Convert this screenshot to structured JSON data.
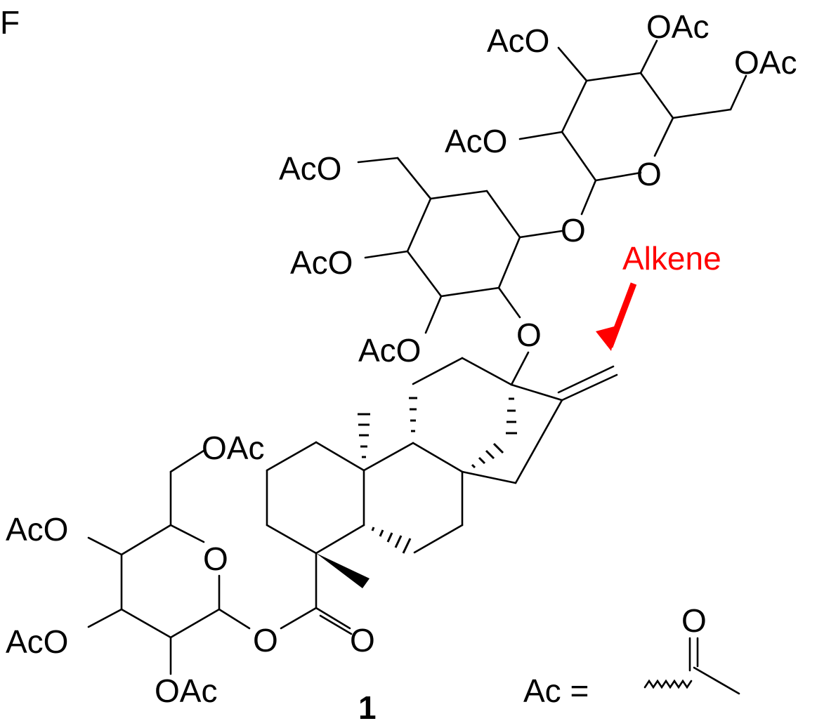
{
  "panel_letter": "F",
  "compound_number": "1",
  "callout": {
    "text": "Alkene",
    "color": "#ff0000"
  },
  "legend": {
    "lhs": "Ac =",
    "carbonyl_O": "O"
  },
  "labels": {
    "oac_top": "OAc",
    "aco_top_left": "AcO",
    "oac_top_right": "OAc",
    "aco_upper_mid": "AcO",
    "ring_o_upper": "O",
    "aco_ch2_mid": "AcO",
    "glyco_o_mid": "O",
    "aco_mid_left": "AcO",
    "aco_lower_mid": "AcO",
    "glyco_o_core": "O",
    "oac_bottom_top": "OAc",
    "aco_bottom_left_1": "AcO",
    "ring_o_lower": "O",
    "aco_bottom_left_2": "AcO",
    "ester_o": "O",
    "carbonyl_o": "O",
    "oac_bottom": "OAc"
  }
}
